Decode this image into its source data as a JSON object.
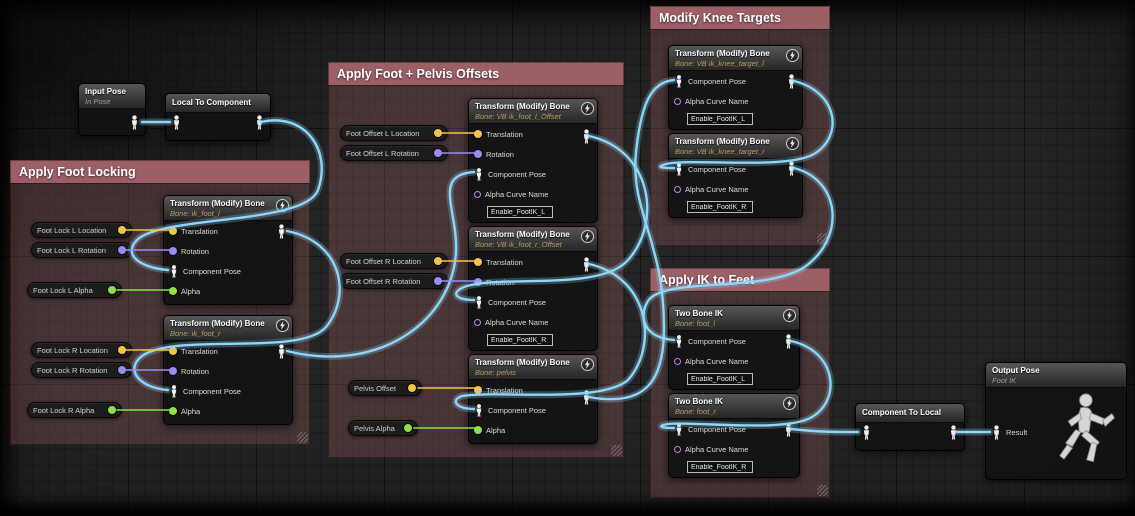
{
  "comments": {
    "foot_locking": {
      "title": "Apply Foot Locking"
    },
    "offsets": {
      "title": "Apply Foot + Pelvis Offsets"
    },
    "knee_targets": {
      "title": "Modify Knee Targets"
    },
    "ik_feet": {
      "title": "Apply IK to Feet"
    }
  },
  "nodes": {
    "input_pose": {
      "title": "Input Pose",
      "subtitle": "In Pose"
    },
    "local_to_component": {
      "title": "Local To Component"
    },
    "component_to_local": {
      "title": "Component To Local"
    },
    "output_pose": {
      "title": "Output Pose",
      "subtitle": "Foot IK",
      "result_label": "Result"
    },
    "tmb_ik_foot_l": {
      "title": "Transform (Modify) Bone",
      "subtitle": "Bone: ik_foot_l",
      "pin_translation": "Translation",
      "pin_rotation": "Rotation",
      "pin_component_pose": "Component Pose",
      "pin_alpha": "Alpha"
    },
    "tmb_ik_foot_r": {
      "title": "Transform (Modify) Bone",
      "subtitle": "Bone: ik_foot_r",
      "pin_translation": "Translation",
      "pin_rotation": "Rotation",
      "pin_component_pose": "Component Pose",
      "pin_alpha": "Alpha"
    },
    "tmb_vb_ik_foot_l_offset": {
      "title": "Transform (Modify) Bone",
      "subtitle": "Bone: VB ik_foot_l_Offset",
      "pin_translation": "Translation",
      "pin_rotation": "Rotation",
      "pin_component_pose": "Component Pose",
      "pin_alpha_curve_name": "Alpha Curve Name",
      "alpha_curve_value": "Enable_FootIK_L"
    },
    "tmb_vb_ik_foot_r_offset": {
      "title": "Transform (Modify) Bone",
      "subtitle": "Bone: VB ik_foot_r_Offset",
      "pin_translation": "Translation",
      "pin_rotation": "Rotation",
      "pin_component_pose": "Component Pose",
      "pin_alpha_curve_name": "Alpha Curve Name",
      "alpha_curve_value": "Enable_FootIK_R"
    },
    "tmb_pelvis": {
      "title": "Transform (Modify) Bone",
      "subtitle": "Bone: pelvis",
      "pin_translation": "Translation",
      "pin_component_pose": "Component Pose",
      "pin_alpha": "Alpha"
    },
    "tmb_vb_ik_knee_target_l": {
      "title": "Transform (Modify) Bone",
      "subtitle": "Bone: VB ik_knee_target_l",
      "pin_component_pose": "Component Pose",
      "pin_alpha_curve_name": "Alpha Curve Name",
      "alpha_curve_value": "Enable_FootIK_L"
    },
    "tmb_vb_ik_knee_target_r": {
      "title": "Transform (Modify) Bone",
      "subtitle": "Bone: VB ik_knee_target_r",
      "pin_component_pose": "Component Pose",
      "pin_alpha_curve_name": "Alpha Curve Name",
      "alpha_curve_value": "Enable_FootIK_R"
    },
    "two_bone_ik_foot_l": {
      "title": "Two Bone IK",
      "subtitle": "Bone: foot_l",
      "pin_component_pose": "Component Pose",
      "pin_alpha_curve_name": "Alpha Curve Name",
      "alpha_curve_value": "Enable_FootIK_L"
    },
    "two_bone_ik_foot_r": {
      "title": "Two Bone IK",
      "subtitle": "Bone: foot_r",
      "pin_component_pose": "Component Pose",
      "pin_alpha_curve_name": "Alpha Curve Name",
      "alpha_curve_value": "Enable_FootIK_R"
    }
  },
  "pills": {
    "foot_lock_l_location": "Foot Lock L Location",
    "foot_lock_l_rotation": "Foot Lock L Rotation",
    "foot_lock_l_alpha": "Foot Lock L Alpha",
    "foot_lock_r_location": "Foot Lock R Location",
    "foot_lock_r_rotation": "Foot Lock R Rotation",
    "foot_lock_r_alpha": "Foot Lock R Alpha",
    "foot_offset_l_location": "Foot Offset L Location",
    "foot_offset_l_rotation": "Foot Offset L Rotation",
    "foot_offset_r_location": "Foot Offset R Location",
    "foot_offset_r_rotation": "Foot Offset R Rotation",
    "pelvis_offset": "Pelvis Offset",
    "pelvis_alpha": "Pelvis Alpha"
  },
  "colors": {
    "comment_header": "#9c5f66",
    "wire_pose": "#8ed5f8",
    "pin_vector": "#f2c44d",
    "pin_rotator": "#9b8cf0",
    "pin_float": "#8ee04a",
    "pin_name": "#c77df0"
  }
}
